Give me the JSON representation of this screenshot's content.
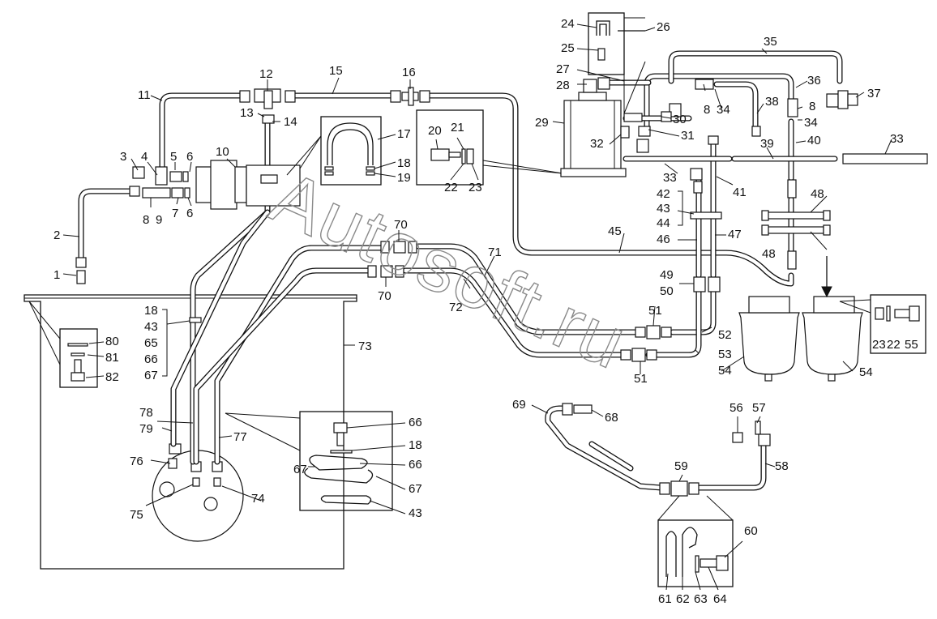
{
  "labels": {
    "l1": "1",
    "l2": "2",
    "l3": "3",
    "l4": "4",
    "l5": "5",
    "l6a": "6",
    "l6b": "6",
    "l7": "7",
    "l8a": "8",
    "l9": "9",
    "l10": "10",
    "l11": "11",
    "l12": "12",
    "l13": "13",
    "l14": "14",
    "l15": "15",
    "l16": "16",
    "l17": "17",
    "l18a": "18",
    "l19": "19",
    "l20": "20",
    "l21": "21",
    "l22a": "22",
    "l23a": "23",
    "l24": "24",
    "l25": "25",
    "l26": "26",
    "l27": "27",
    "l28": "28",
    "l29": "29",
    "l30": "30",
    "l31": "31",
    "l32": "32",
    "l33a": "33",
    "l33b": "33",
    "l8b": "8",
    "l34a": "34",
    "l34b": "34",
    "l8c": "8",
    "l35": "35",
    "l36": "36",
    "l37": "37",
    "l38": "38",
    "l39": "39",
    "l40": "40",
    "l41": "41",
    "l42": "42",
    "l43a": "43",
    "l44": "44",
    "l45": "45",
    "l46": "46",
    "l47": "47",
    "l48a": "48",
    "l48b": "48",
    "l49": "49",
    "l50": "50",
    "l51a": "51",
    "l51b": "51",
    "l52": "52",
    "l53": "53",
    "l54a": "54",
    "l54b": "54",
    "l23b": "23",
    "l22b": "22",
    "l55": "55",
    "l56": "56",
    "l57": "57",
    "l58": "58",
    "l59": "59",
    "l60": "60",
    "l61": "61",
    "l62": "62",
    "l63": "63",
    "l64": "64",
    "l66a": "66",
    "l18c": "18",
    "l66b": "66",
    "l67a": "67",
    "l67b": "67",
    "l43c": "43",
    "l68": "68",
    "l69": "69",
    "l70a": "70",
    "l70b": "70",
    "l71": "71",
    "l72": "72",
    "l73": "73",
    "l74": "74",
    "l75": "75",
    "l76": "76",
    "l77": "77",
    "l78": "78",
    "l79": "79",
    "l80": "80",
    "l81": "81",
    "l82": "82",
    "l18b": "18",
    "l43b": "43",
    "l65": "65",
    "l66c": "66",
    "l67c": "67"
  },
  "watermark": "Autosoft.ru"
}
